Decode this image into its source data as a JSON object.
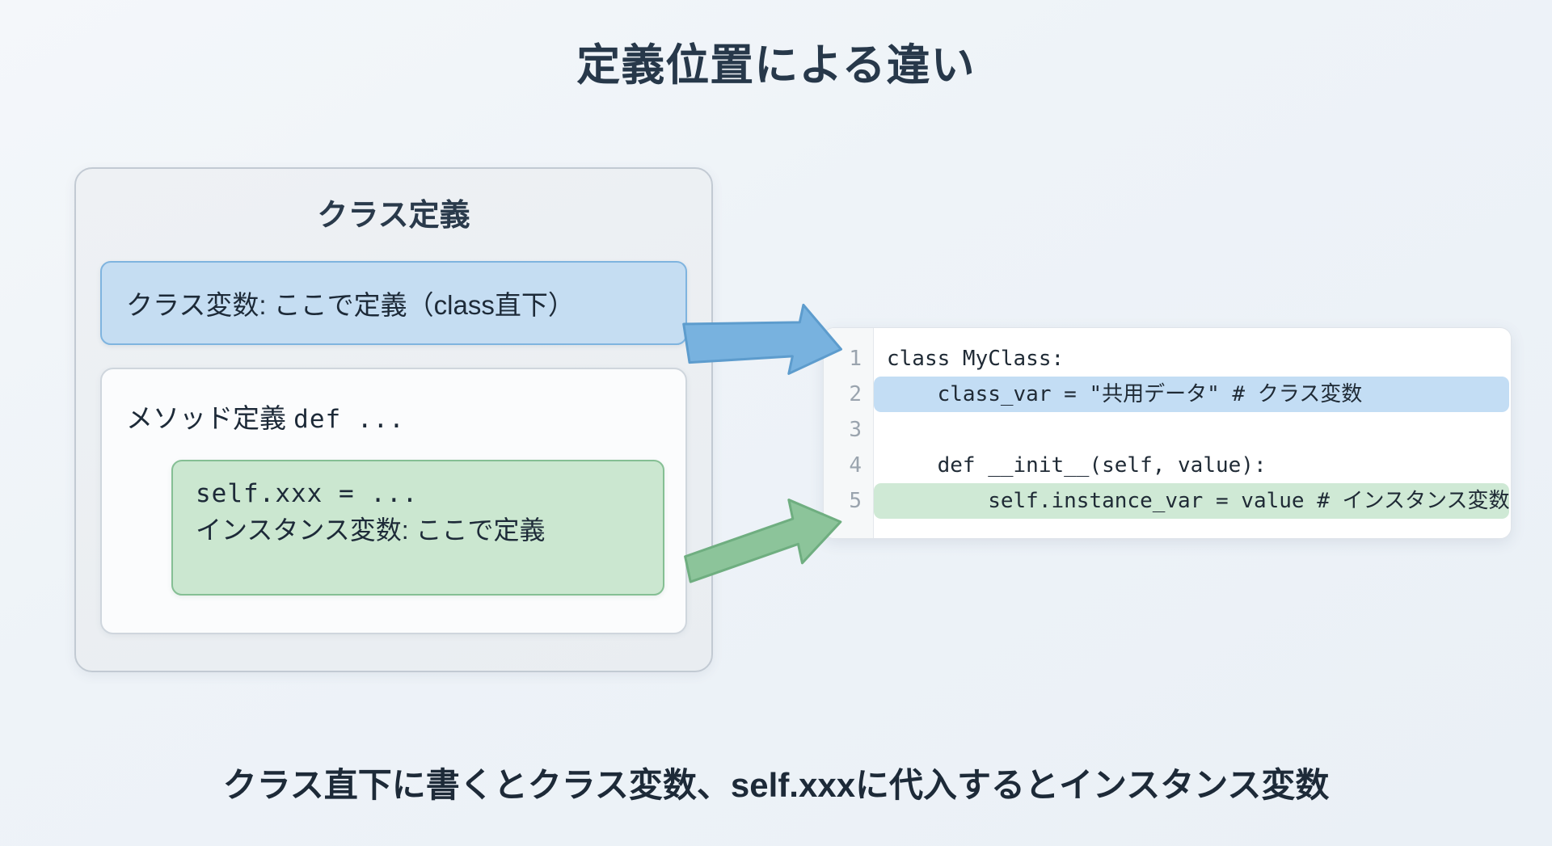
{
  "title": "定義位置による違い",
  "caption": "クラス直下に書くとクラス変数、self.xxxに代入するとインスタンス変数",
  "colors": {
    "background_start": "#f4f7fa",
    "background_end": "#eaf0f6",
    "class_panel_bg": "#eef1f4",
    "class_panel_border": "#c2cad3",
    "class_var_bg": "#c5ddf2",
    "class_var_border": "#7fb4df",
    "instance_var_bg": "#cbe7d0",
    "instance_var_border": "#85bf94",
    "method_box_bg": "#fbfcfd",
    "method_box_border": "#cfd6dd",
    "code_panel_bg": "#ffffff",
    "code_highlight_blue": "#c3ddf4",
    "code_highlight_green": "#cfe9d5",
    "arrow_blue": "#73b0dd",
    "arrow_green": "#81bd90",
    "text": "#1d2a38"
  },
  "class_panel": {
    "heading": "クラス定義",
    "class_var_box": {
      "label": "クラス変数: ここで定義（class直下）"
    },
    "method_box": {
      "label_prefix": "メソッド定義",
      "label_mono": "def ...",
      "instance_box": {
        "line1": "self.xxx = ...",
        "line2": "インスタンス変数: ここで定義"
      }
    }
  },
  "code_panel": {
    "line_numbers": [
      "1",
      "2",
      "3",
      "4",
      "5"
    ],
    "lines": [
      {
        "text": "class MyClass:",
        "highlight": "none"
      },
      {
        "text": "    class_var = \"共用データ\" # クラス変数",
        "highlight": "blue"
      },
      {
        "text": "",
        "highlight": "none"
      },
      {
        "text": "    def __init__(self, value):",
        "highlight": "none"
      },
      {
        "text": "        self.instance_var = value # インスタンス変数",
        "highlight": "green"
      }
    ]
  },
  "arrows": [
    {
      "name": "class-var-arrow",
      "color": "#73b0dd",
      "from": "class-var-box",
      "to": "code-line-2"
    },
    {
      "name": "instance-var-arrow",
      "color": "#81bd90",
      "from": "instance-var-box",
      "to": "code-line-5"
    }
  ]
}
